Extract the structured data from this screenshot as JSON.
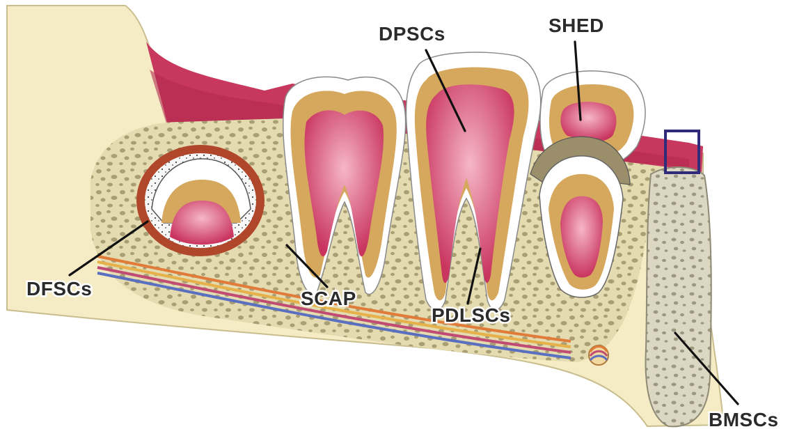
{
  "labels": {
    "dpscs": "DPSCs",
    "shed": "SHED",
    "dfscs": "DFSCs",
    "scap": "SCAP",
    "pdlscs": "PDLSCs",
    "bmscs": "BMSCs"
  },
  "colors": {
    "bone": "#f5ecc6",
    "cancellous": "#e2d8ac",
    "trabecula": "#a99e74",
    "gingiva": "#c8385e",
    "dentin": "#d6a85e",
    "pulp": "#d64a78",
    "enamel": "#ffffff",
    "follicle": "#b0472a",
    "highlight_box": "#2f2a7a",
    "cortex_cut": "#ddd8c8"
  }
}
